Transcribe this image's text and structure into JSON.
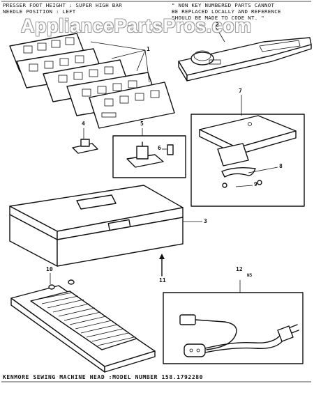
{
  "notes": {
    "top_left_line1": "PRESSER FOOT HEIGHT : SUPER HIGH BAR",
    "top_left_line2": "NEEDLE POSITION : LEFT",
    "top_right_line1": "\" NON KEY NUMBERED PARTS CANNOT",
    "top_right_line2": "BE REPLACED LOCALLY AND REFERENCE",
    "top_right_line3": "SHOULD BE MADE TO CODE NT. \""
  },
  "watermark": "AppliancePartsPros.com",
  "callouts": {
    "c1": "1",
    "c2": "2",
    "c3": "3",
    "c4": "4",
    "c5": "5",
    "c6": "6",
    "c7": "7",
    "c8": "8",
    "c9": "9",
    "c10": "10",
    "c11": "11",
    "c12": "12",
    "c12_sub": "N5"
  },
  "caption": "KENMORE SEWING MACHINE HEAD :MODEL NUMBER 158.1792280",
  "parts": [
    {
      "name": "pattern-cams-icon"
    },
    {
      "name": "extension-table-icon"
    },
    {
      "name": "accessory-box-icon"
    },
    {
      "name": "presser-foot-icon"
    },
    {
      "name": "buttonhole-foot-icon"
    },
    {
      "name": "feed-cover-plate-icon"
    },
    {
      "name": "foot-control-icon"
    },
    {
      "name": "power-cord-icon"
    }
  ]
}
